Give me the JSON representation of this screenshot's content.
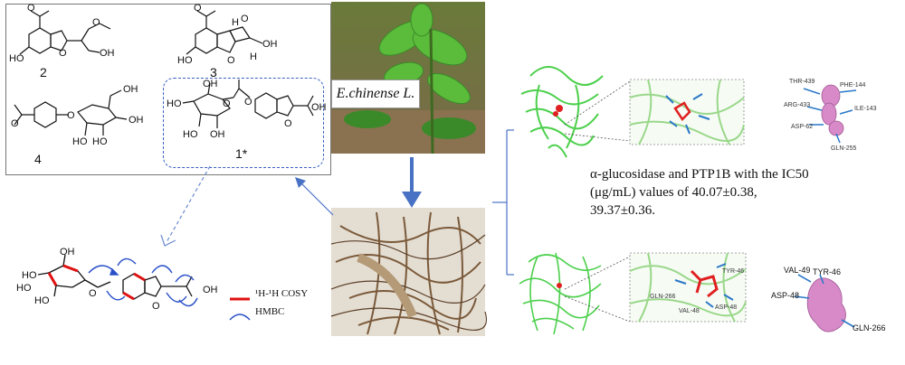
{
  "compounds": {
    "c1": "1*",
    "c2": "2",
    "c3": "3",
    "c4": "4",
    "atom_labels": {
      "oh": "OH",
      "o": "O",
      "ho": "HO",
      "h": "H"
    }
  },
  "plant": {
    "name": "E.chinense L."
  },
  "results": {
    "text": "α-glucosidase and PTP1B with the IC50 (μg/mL) values of 40.07±0.38, 39.37±0.36."
  },
  "legend": {
    "cosy": "¹H-¹H COSY",
    "hmbc": "HMBC"
  },
  "residues_top": [
    "THR-439",
    "PHE-144",
    "ARG-433",
    "ILE-143",
    "ASP-62",
    "GLN-255"
  ],
  "residues_bottom": [
    "VAL-49",
    "TYR-46",
    "ASP-48",
    "GLN-266"
  ],
  "residues_zoom_bottom": [
    "TYR-46",
    "GLN-266",
    "VAL-48",
    "ASP-48"
  ],
  "colors": {
    "protein": "#4cd04c",
    "ligand": "#e02020",
    "residue": "#2a78c8",
    "surface": "#d88ac8",
    "arrow": "#4a72c4",
    "cosy": "#e01010",
    "hmbc": "#2a50c8"
  }
}
